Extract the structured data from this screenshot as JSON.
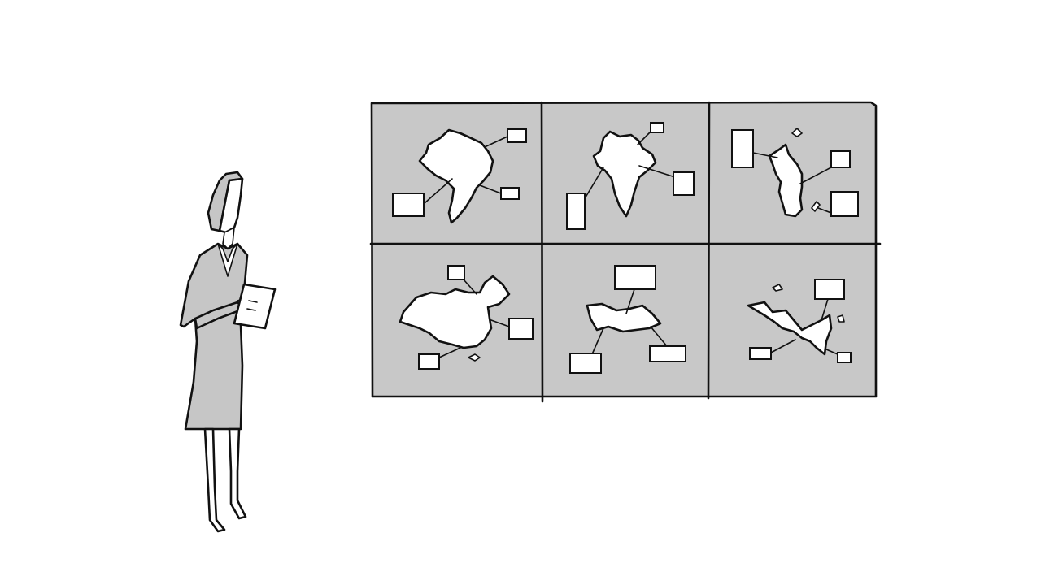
{
  "scene": {
    "background_color": "#ffffff",
    "panel_color": "#c8c8c8",
    "figure_color": "#c6c6c6",
    "ink_color": "#111111",
    "board": {
      "rows": 2,
      "columns": 3,
      "panels": [
        {
          "map": "south-america-map",
          "callouts": 3
        },
        {
          "map": "india-map",
          "callouts": 3
        },
        {
          "map": "korea-map",
          "callouts": 4
        },
        {
          "map": "china-map",
          "callouts": 3
        },
        {
          "map": "eastern-europe-map",
          "callouts": 3
        },
        {
          "map": "southeast-asia-map",
          "callouts": 3
        }
      ]
    },
    "figure": {
      "icon": "woman-presenter-icon",
      "holding": "clipboard-icon"
    }
  }
}
